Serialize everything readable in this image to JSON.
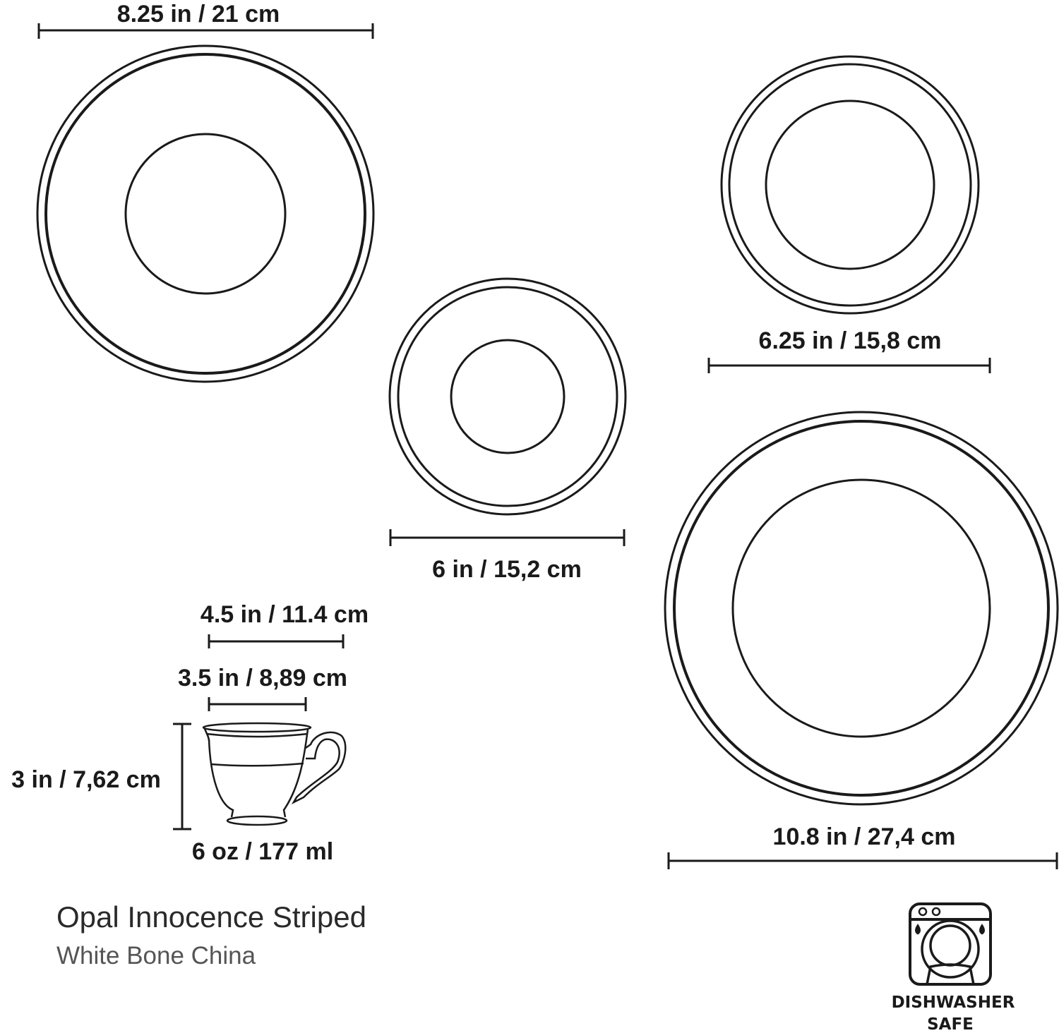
{
  "dimensions": {
    "dinner_plate": "10.8 in / 27,4 cm",
    "salad_plate": "8.25 in / 21 cm",
    "bread_plate": "6.25 in / 15,8 cm",
    "saucer": "6 in / 15,2 cm",
    "cup_top_width": "4.5 in / 11.4 cm",
    "cup_base_width": "3.5 in / 8,89 cm",
    "cup_height": "3 in / 7,62 cm",
    "cup_capacity": "6 oz / 177 ml"
  },
  "product": {
    "name": "Opal Innocence Striped",
    "material": "White Bone China"
  },
  "badge": {
    "icon": "dishwasher-icon",
    "line1": "DISHWASHER",
    "line2": "SAFE"
  },
  "colors": {
    "ink": "#1a1a1a",
    "background": "#ffffff"
  }
}
